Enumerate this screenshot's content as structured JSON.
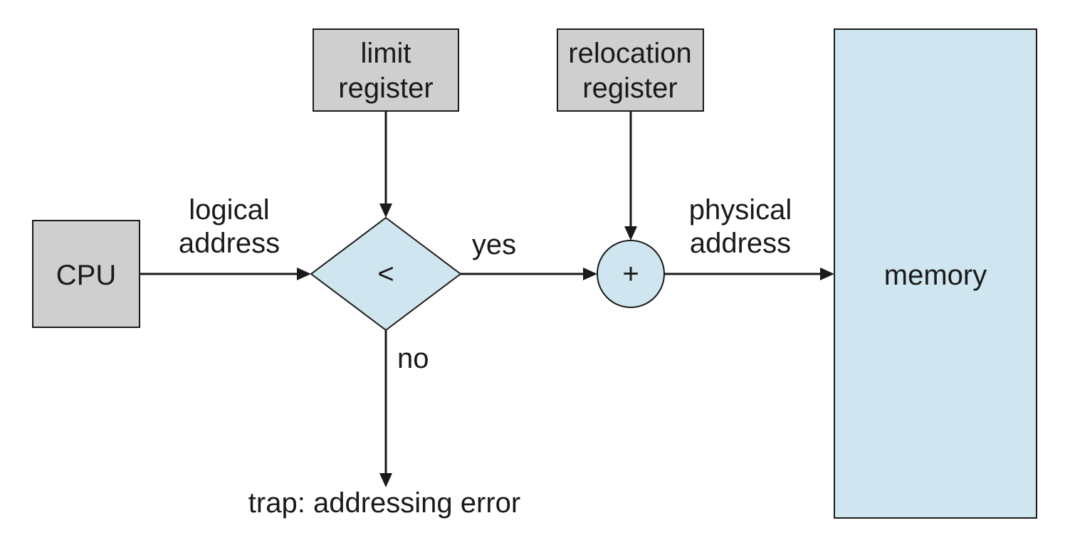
{
  "nodes": {
    "cpu": "CPU",
    "limit_register": [
      "limit",
      "register"
    ],
    "relocation_register": [
      "relocation",
      "register"
    ],
    "comparator": "<",
    "adder": "+",
    "memory": "memory"
  },
  "edges": {
    "logical_address": [
      "logical",
      "address"
    ],
    "yes": "yes",
    "no": "no",
    "physical_address": [
      "physical",
      "address"
    ],
    "trap": "trap: addressing error"
  },
  "colors": {
    "register_fill": "#cfcfcf",
    "memory_fill": "#cfe5ef",
    "stroke": "#1a1a1a"
  }
}
